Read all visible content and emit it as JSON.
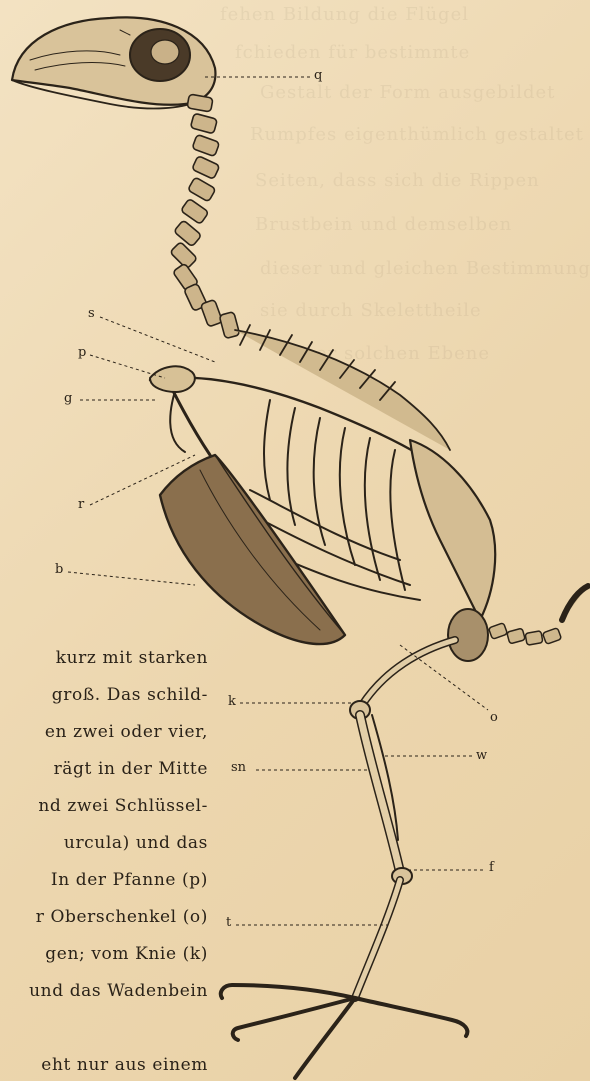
{
  "bleed_through": [
    "fehen Bildung die Flügel",
    "fchieden für bestimmte",
    "Gestalt der Form ausgebildet",
    "Rumpfes eigenthümlich gestaltet",
    "Seiten, dass sich die Rippen",
    "Brustbein und demselben",
    "dieser und gleichen Bestimmungen",
    "sie durch Skelettheile",
    "einer solchen Ebene"
  ],
  "figure_labels": {
    "q": "q",
    "s": "s",
    "p": "p",
    "g": "g",
    "r": "r",
    "b": "b",
    "k": "k",
    "o": "o",
    "w": "w",
    "sn": "sn",
    "f": "f",
    "t": "t"
  },
  "body_text": [
    "kurz mit starken",
    "groß. Das schild-",
    "en zwei oder vier,",
    "rägt in der Mitte",
    "nd zwei Schlüssel-",
    "urcula) und das",
    "In der Pfanne (p)",
    "r Oberschenkel (o)",
    "gen; vom Knie (k)",
    "und das Wadenbein",
    "",
    "eht nur aus einem"
  ]
}
